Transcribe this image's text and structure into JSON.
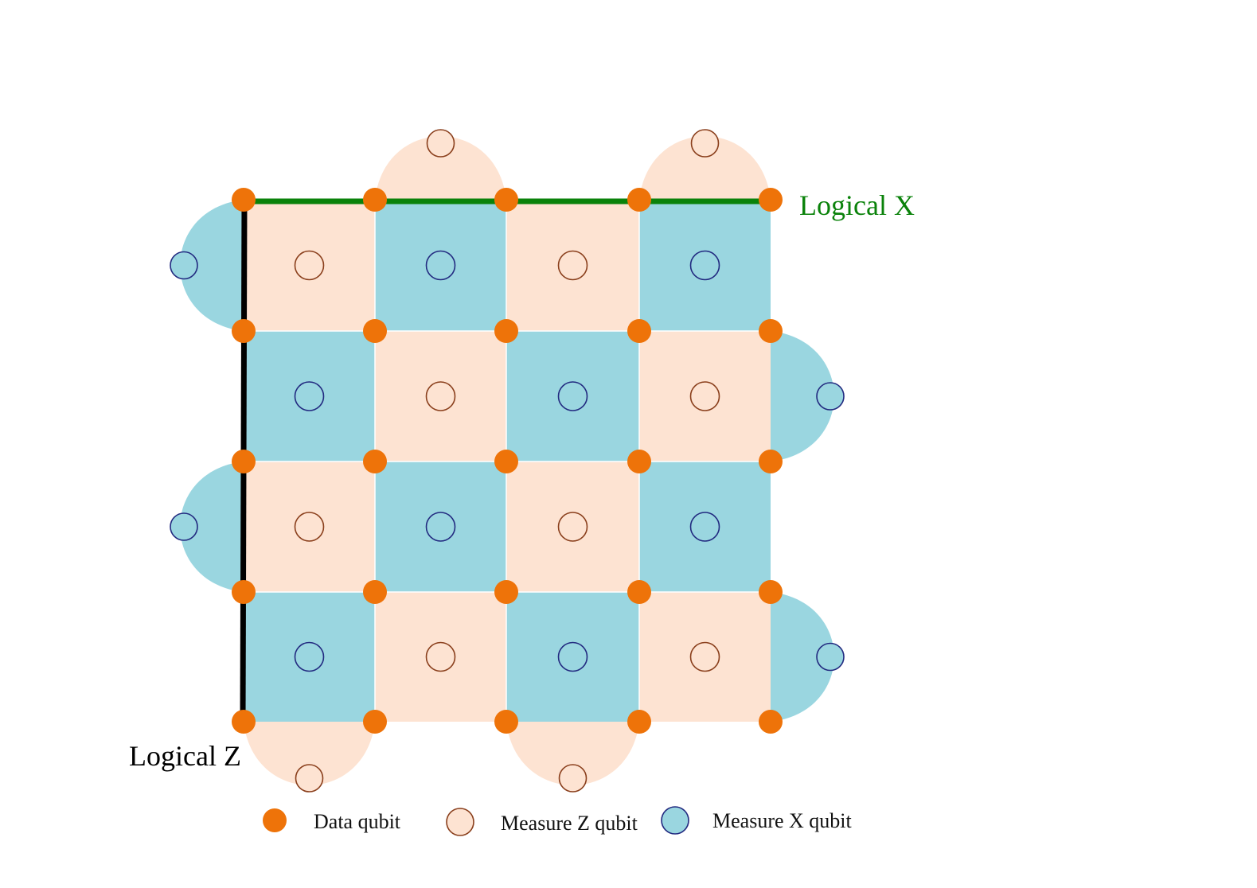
{
  "labels": {
    "logical_x": "Logical X",
    "logical_z": "Logical Z"
  },
  "legend": [
    {
      "kind": "data",
      "label": "Data qubit"
    },
    {
      "kind": "measure-z",
      "label": "Measure Z qubit"
    },
    {
      "kind": "measure-x",
      "label": "Measure X qubit"
    }
  ],
  "colors": {
    "data_qubit": "#ee7309",
    "measure_z_fill": "#fde3d2",
    "measure_z_stroke": "#8a3f1c",
    "measure_x_fill": "#9ad6e0",
    "measure_x_stroke": "#222a80",
    "logical_x": "#0a820a",
    "logical_z": "#000000"
  },
  "lattice": {
    "data_rows": 5,
    "data_cols": 5,
    "plaquettes": [
      [
        "Z",
        "X",
        "Z",
        "X"
      ],
      [
        "X",
        "Z",
        "X",
        "Z"
      ],
      [
        "Z",
        "X",
        "Z",
        "X"
      ],
      [
        "X",
        "Z",
        "X",
        "Z"
      ]
    ],
    "boundary_stabilizers": [
      {
        "side": "top",
        "between": [
          1,
          2
        ],
        "type": "Z"
      },
      {
        "side": "top",
        "between": [
          3,
          4
        ],
        "type": "Z"
      },
      {
        "side": "left",
        "between": [
          0,
          1
        ],
        "type": "X"
      },
      {
        "side": "left",
        "between": [
          2,
          3
        ],
        "type": "X"
      },
      {
        "side": "right",
        "between": [
          1,
          2
        ],
        "type": "X"
      },
      {
        "side": "right",
        "between": [
          3,
          4
        ],
        "type": "X"
      },
      {
        "side": "bottom",
        "between": [
          0,
          1
        ],
        "type": "Z"
      },
      {
        "side": "bottom",
        "between": [
          2,
          3
        ],
        "type": "Z"
      }
    ]
  }
}
